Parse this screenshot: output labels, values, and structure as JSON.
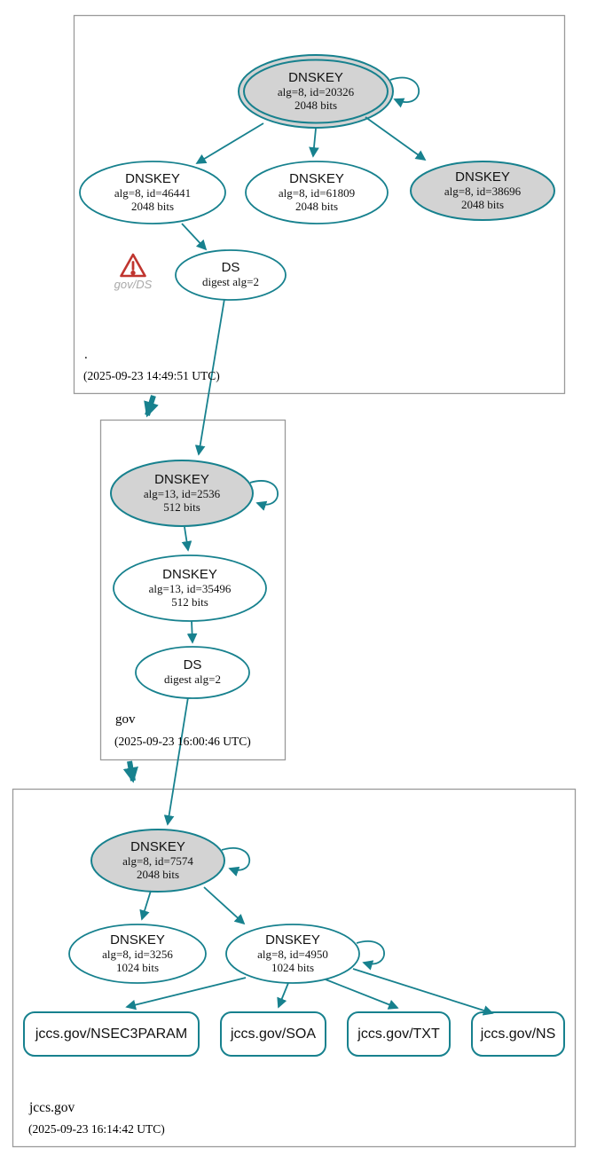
{
  "colors": {
    "edge": "#17818e",
    "node_fill": "#d3d3d3",
    "warning_red": "#c0352f",
    "warning_text": "#a9a9a9",
    "box_border": "#9a9a9a"
  },
  "zones": [
    {
      "name": ".",
      "timestamp": "(2025-09-23 14:49:51 UTC)",
      "warning": "gov/DS",
      "nodes": {
        "ksk": {
          "title": "DNSKEY",
          "alg": "alg=8, id=20326",
          "bits": "2048 bits"
        },
        "zsk1": {
          "title": "DNSKEY",
          "alg": "alg=8, id=46441",
          "bits": "2048 bits"
        },
        "zsk2": {
          "title": "DNSKEY",
          "alg": "alg=8, id=61809",
          "bits": "2048 bits"
        },
        "zsk3": {
          "title": "DNSKEY",
          "alg": "alg=8, id=38696",
          "bits": "2048 bits"
        },
        "ds": {
          "title": "DS",
          "digest": "digest alg=2"
        }
      }
    },
    {
      "name": "gov",
      "timestamp": "(2025-09-23 16:00:46 UTC)",
      "nodes": {
        "ksk": {
          "title": "DNSKEY",
          "alg": "alg=13, id=2536",
          "bits": "512 bits"
        },
        "zsk": {
          "title": "DNSKEY",
          "alg": "alg=13, id=35496",
          "bits": "512 bits"
        },
        "ds": {
          "title": "DS",
          "digest": "digest alg=2"
        }
      }
    },
    {
      "name": "jccs.gov",
      "timestamp": "(2025-09-23 16:14:42 UTC)",
      "nodes": {
        "ksk": {
          "title": "DNSKEY",
          "alg": "alg=8, id=7574",
          "bits": "2048 bits"
        },
        "zsk1": {
          "title": "DNSKEY",
          "alg": "alg=8, id=3256",
          "bits": "1024 bits"
        },
        "zsk2": {
          "title": "DNSKEY",
          "alg": "alg=8, id=4950",
          "bits": "1024 bits"
        }
      },
      "rrsets": [
        {
          "label": "jccs.gov/NSEC3PARAM"
        },
        {
          "label": "jccs.gov/SOA"
        },
        {
          "label": "jccs.gov/TXT"
        },
        {
          "label": "jccs.gov/NS"
        }
      ]
    }
  ]
}
